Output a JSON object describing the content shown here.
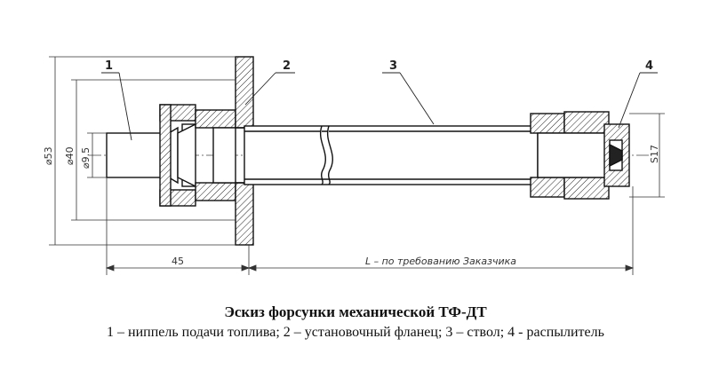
{
  "callouts": [
    "1",
    "2",
    "3",
    "4"
  ],
  "dimensions": {
    "d53": "⌀53",
    "d40": "⌀40",
    "d95": "⌀9.5",
    "s17": "S17",
    "len45": "45",
    "lenL": "L – по требованию Заказчика"
  },
  "caption": {
    "title": "Эскиз форсунки механической ТФ-ДТ",
    "legend": "1 – ниппель подачи топлива; 2 – установочный фланец; 3 – ствол; 4 - распылитель"
  }
}
